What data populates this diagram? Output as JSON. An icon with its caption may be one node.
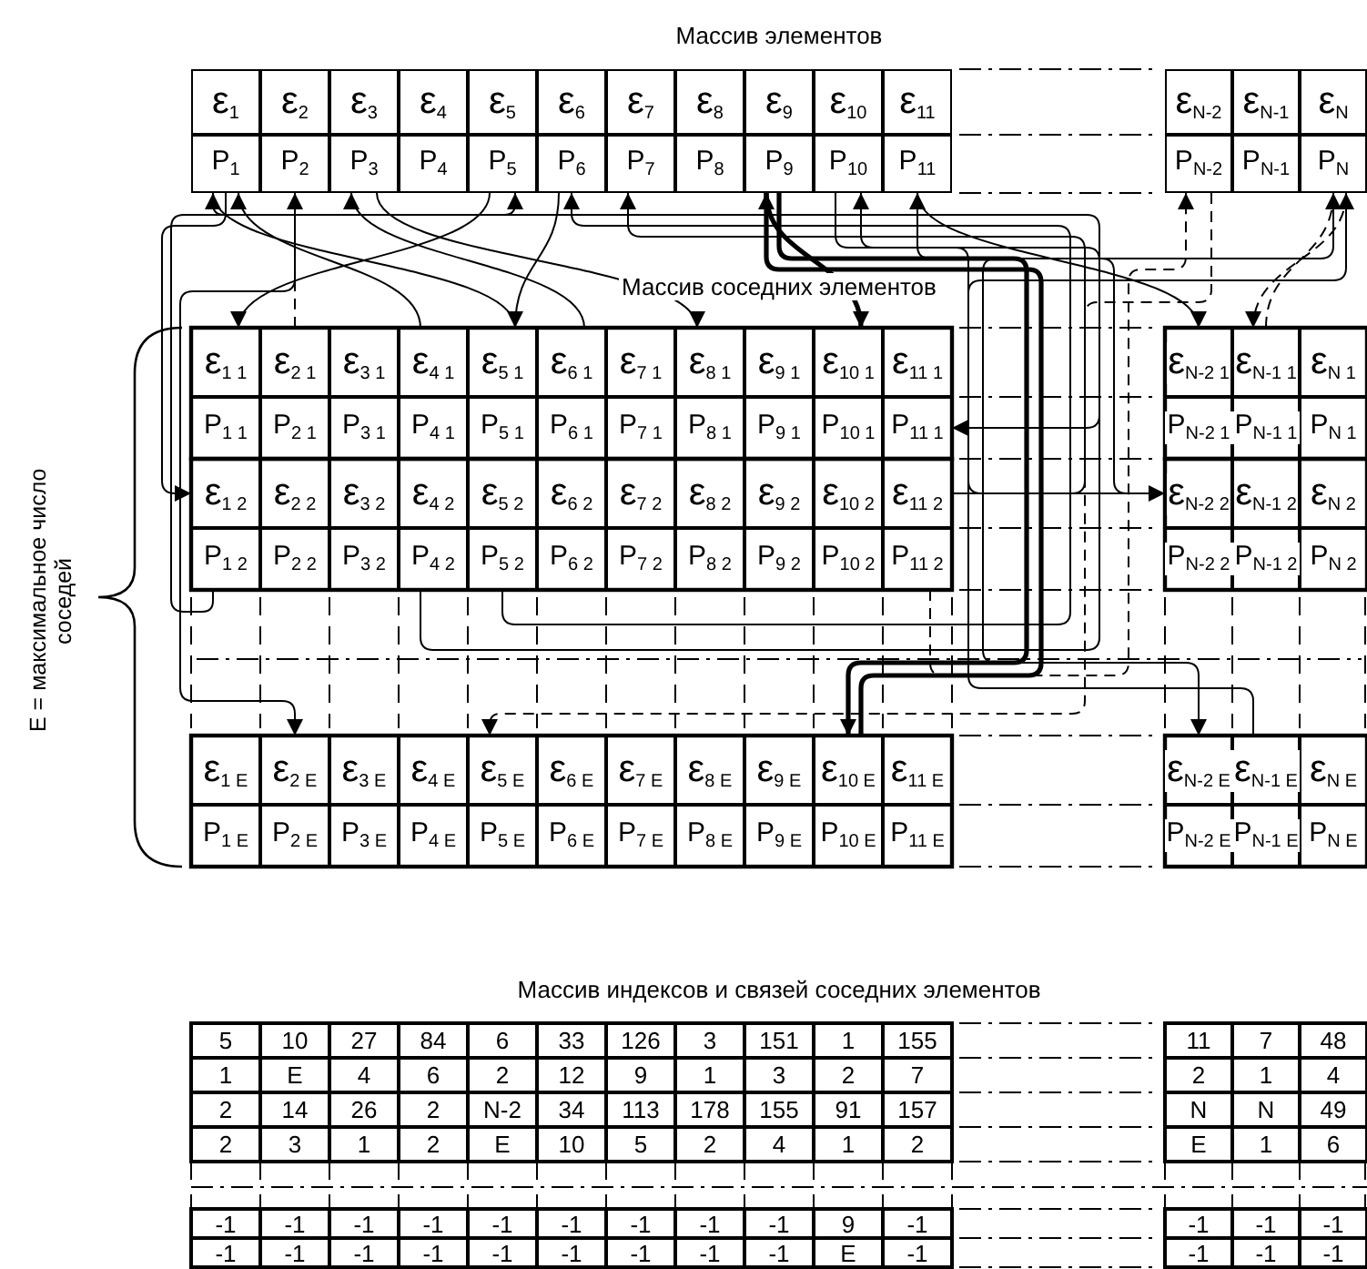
{
  "diagram": {
    "nodes": [
      {
        "text": [
          "ε$_{1}$"
        ]
      },
      {
        "text": [
          "ε$_{2}$"
        ]
      },
      {
        "text": [
          "ε$_{3}$"
        ]
      },
      {
        "text": [
          "ε$_{4}$"
        ]
      },
      {
        "text": [
          "ε$_{5}$"
        ]
      },
      {
        "text": [
          "ε$_{6}$"
        ]
      },
      {
        "text": [
          "ε$_{7}$"
        ]
      },
      {
        "text": [
          "ε$_{8}$"
        ]
      },
      {
        "text": [
          "ε$_{9}$"
        ]
      },
      {
        "text": [
          "ε$_{10}$"
        ]
      },
      {
        "text": [
          "ε$_{11}$"
        ]
      },
      {
        "text": [
          "ε$_{N-2}$"
        ]
      },
      {
        "text": [
          "ε$_{N-1}$"
        ]
      },
      {
        "text": [
          "ε$_{N}$"
        ]
      },
      {
        "text": [
          "P$_{1}$"
        ]
      },
      {
        "text": [
          "P$_{2}$"
        ]
      },
      {
        "text": [
          "P$_{3}$"
        ]
      },
      {
        "text": [
          "P$_{4}$"
        ]
      },
      {
        "text": [
          "P$_{5}$"
        ]
      },
      {
        "text": [
          "P$_{6}$"
        ]
      },
      {
        "text": [
          "P$_{7}$"
        ]
      },
      {
        "text": [
          "P$_{8}$"
        ]
      },
      {
        "text": [
          "P$_{9}$"
        ]
      },
      {
        "text": [
          "P$_{10}$"
        ]
      },
      {
        "text": [
          "P$_{11}$"
        ]
      },
      {
        "text": [
          "P$_{N-2}$"
        ]
      },
      {
        "text": [
          "P$_{N-1}$"
        ]
      },
      {
        "text": [
          "P$_{N}$"
        ]
      },
      {
        "text": [
          "ε$_{1 1}$"
        ]
      },
      {
        "text": [
          "ε$_{2 1}$"
        ]
      },
      {
        "text": [
          "ε$_{3 1}$"
        ]
      },
      {
        "text": [
          "ε$_{4 1}$"
        ]
      },
      {
        "text": [
          "ε$_{5 1}$"
        ]
      },
      {
        "text": [
          "ε$_{6 1}$"
        ]
      },
      {
        "text": [
          "ε$_{7 1}$"
        ]
      },
      {
        "text": [
          "ε$_{8 1}$"
        ]
      },
      {
        "text": [
          "ε$_{9 1}$"
        ]
      },
      {
        "text": [
          "ε$_{10 1}$"
        ]
      },
      {
        "text": [
          "ε$_{11 1}$"
        ]
      },
      {
        "text": [
          "ε$_{N-2 1}$"
        ]
      },
      {
        "text": [
          "ε$_{N-1 1}$"
        ]
      },
      {
        "text": [
          "ε$_{N 1}$"
        ]
      },
      {
        "text": [
          "P$_{1 1}$"
        ]
      },
      {
        "text": [
          "P$_{2 1}$"
        ]
      },
      {
        "text": [
          "P$_{3 1}$"
        ]
      },
      {
        "text": [
          "P$_{4 1}$"
        ]
      },
      {
        "text": [
          "P$_{5 1}$"
        ]
      },
      {
        "text": [
          "P$_{6 1}$"
        ]
      },
      {
        "text": [
          "P$_{7 1}$"
        ]
      },
      {
        "text": [
          "P$_{8 1}$"
        ]
      },
      {
        "text": [
          "P$_{9 1}$"
        ]
      },
      {
        "text": [
          "P$_{10 1}$"
        ]
      },
      {
        "text": [
          "P$_{11 1}$"
        ]
      },
      {
        "text": [
          "P$_{N-2 1}$"
        ]
      },
      {
        "text": [
          "P$_{N-1 1}$"
        ]
      },
      {
        "text": [
          "P$_{N 1}$"
        ]
      },
      {
        "text": [
          "ε$_{1 2}$"
        ]
      },
      {
        "text": [
          "ε$_{2 2}$"
        ]
      },
      {
        "text": [
          "ε$_{3 2}$"
        ]
      },
      {
        "text": [
          "ε$_{4 2}$"
        ]
      },
      {
        "text": [
          "ε$_{5 2}$"
        ]
      },
      {
        "text": [
          "ε$_{6 2}$"
        ]
      },
      {
        "text": [
          "ε$_{7 2}$"
        ]
      },
      {
        "text": [
          "ε$_{8 2}$"
        ]
      },
      {
        "text": [
          "ε$_{9 2}$"
        ]
      },
      {
        "text": [
          "ε$_{10 2}$"
        ]
      },
      {
        "text": [
          "ε$_{11 2}$"
        ]
      },
      {
        "text": [
          "ε$_{N-2 2}$"
        ]
      },
      {
        "text": [
          "ε$_{N-1 2}$"
        ]
      },
      {
        "text": [
          "ε$_{N 2}$"
        ]
      },
      {
        "text": [
          "P$_{1 2}$"
        ]
      },
      {
        "text": [
          "P$_{2 2}$"
        ]
      },
      {
        "text": [
          "P$_{3 2}$"
        ]
      },
      {
        "text": [
          "P$_{4 2}$"
        ]
      },
      {
        "text": [
          "P$_{5 2}$"
        ]
      },
      {
        "text": [
          "P$_{6 2}$"
        ]
      },
      {
        "text": [
          "P$_{7 2}$"
        ]
      },
      {
        "text": [
          "P$_{8 2}$"
        ]
      },
      {
        "text": [
          "P$_{9 2}$"
        ]
      },
      {
        "text": [
          "P$_{10 2}$"
        ]
      },
      {
        "text": [
          "P$_{11 2}$"
        ]
      },
      {
        "text": [
          "P$_{N-2 2}$"
        ]
      },
      {
        "text": [
          "P$_{N-1 2}$"
        ]
      },
      {
        "text": [
          "P$_{N 2}$"
        ]
      },
      {
        "text": [
          "ε$_{1 E}$"
        ]
      },
      {
        "text": [
          "ε$_{2 E}$"
        ]
      },
      {
        "text": [
          "ε$_{3 E}$"
        ]
      },
      {
        "text": [
          "ε$_{4 E}$"
        ]
      },
      {
        "text": [
          "ε$_{5 E}$"
        ]
      },
      {
        "text": [
          "ε$_{6 E}$"
        ]
      },
      {
        "text": [
          "ε$_{7 E}$"
        ]
      },
      {
        "text": [
          "ε$_{8 E}$"
        ]
      },
      {
        "text": [
          "ε$_{9 E}$"
        ]
      },
      {
        "text": [
          "ε$_{10 E}$"
        ]
      },
      {
        "text": [
          "ε$_{11 E}$"
        ]
      },
      {
        "text": [
          "ε$_{N-2 E}$"
        ]
      },
      {
        "text": [
          "ε$_{N-1 E}$"
        ]
      },
      {
        "text": [
          "ε$_{N E}$"
        ]
      },
      {
        "text": [
          "P$_{1 E}$"
        ]
      },
      {
        "text": [
          "P$_{2 E}$"
        ]
      },
      {
        "text": [
          "P$_{3 E}$"
        ]
      },
      {
        "text": [
          "P$_{4 E}$"
        ]
      },
      {
        "text": [
          "P$_{5 E}$"
        ]
      },
      {
        "text": [
          "P$_{6 E}$"
        ]
      },
      {
        "text": [
          "P$_{7 E}$"
        ]
      },
      {
        "text": [
          "P$_{8 E}$"
        ]
      },
      {
        "text": [
          "P$_{9 E}$"
        ]
      },
      {
        "text": [
          "P$_{10 E}$"
        ]
      },
      {
        "text": [
          "P$_{11 E}$"
        ]
      },
      {
        "text": [
          "P$_{N-2 E}$"
        ]
      },
      {
        "text": [
          "P$_{N-1 E}$"
        ]
      },
      {
        "text": [
          "P$_{N E}$"
        ]
      }
    ],
    "edges": [
      {
        "from": 18,
        "to": 28,
        "arrow": "to"
      },
      {
        "from": 14,
        "to": 56,
        "arrow": "to"
      },
      {
        "from": 16,
        "to": 35,
        "arrow": "to"
      },
      {
        "from": 22,
        "to": 37,
        "arrow": "to",
        "style": "thick"
      },
      {
        "from": 22,
        "to": 93,
        "arrow": "to",
        "style": "thick"
      },
      {
        "from": 93,
        "to": 22,
        "arrow": "to",
        "style": "thick"
      },
      {
        "from": 19,
        "to": 32,
        "arrow": "to"
      },
      {
        "from": 15,
        "to": 85,
        "arrow": "to"
      },
      {
        "from": 25,
        "to": 88,
        "arrow": "to",
        "style": "dashed"
      },
      {
        "from": 14,
        "to": 52,
        "arrow": "to"
      },
      {
        "from": 24,
        "to": 39,
        "arrow": "to"
      },
      {
        "from": 27,
        "to": 40,
        "arrow": "to",
        "style": "dashed"
      },
      {
        "from": 23,
        "to": 67,
        "arrow": "to"
      },
      {
        "from": 27,
        "to": 95,
        "arrow": "to"
      },
      {
        "from": 32,
        "to": 14,
        "arrow": "to"
      },
      {
        "from": 31,
        "to": 14,
        "arrow": "to"
      },
      {
        "from": 29,
        "to": 15,
        "arrow": "to",
        "style": "dashed"
      },
      {
        "from": 33,
        "to": 16,
        "arrow": "to"
      },
      {
        "from": 70,
        "to": 18,
        "arrow": "to"
      },
      {
        "from": 74,
        "to": 19,
        "arrow": "to"
      },
      {
        "from": 66,
        "to": 20,
        "arrow": "to"
      },
      {
        "from": 73,
        "to": 23,
        "arrow": "to"
      },
      {
        "from": 67,
        "to": 24,
        "arrow": "to"
      },
      {
        "from": 80,
        "to": 25,
        "arrow": "to",
        "style": "dashed"
      },
      {
        "from": 96,
        "to": 27,
        "arrow": "to"
      },
      {
        "from": 40,
        "to": 27,
        "arrow": "to",
        "style": "dashed"
      }
    ],
    "labels": [
      "Массив элементов",
      "Массив соседних элементов",
      "E = максимальное число соседей",
      "Массив индексов и связей соседних элементов",
      "5",
      "10",
      "27",
      "84",
      "6",
      "33",
      "126",
      "3",
      "151",
      "1",
      "155",
      "11",
      "7",
      "48",
      "1",
      "E",
      "4",
      "6",
      "2",
      "12",
      "9",
      "1",
      "3",
      "2",
      "7",
      "2",
      "1",
      "4",
      "2",
      "14",
      "26",
      "2",
      "N-2",
      "34",
      "113",
      "178",
      "155",
      "91",
      "157",
      "N",
      "N",
      "49",
      "2",
      "3",
      "1",
      "2",
      "E",
      "10",
      "5",
      "2",
      "4",
      "1",
      "2",
      "E",
      "1",
      "6",
      "-1",
      "-1",
      "-1",
      "-1",
      "-1",
      "-1",
      "-1",
      "-1",
      "-1",
      "9",
      "-1",
      "-1",
      "-1",
      "-1",
      "-1",
      "-1",
      "-1",
      "-1",
      "-1",
      "-1",
      "-1",
      "-1",
      "-1",
      "E",
      "-1",
      "-1",
      "-1",
      "-1"
    ]
  }
}
